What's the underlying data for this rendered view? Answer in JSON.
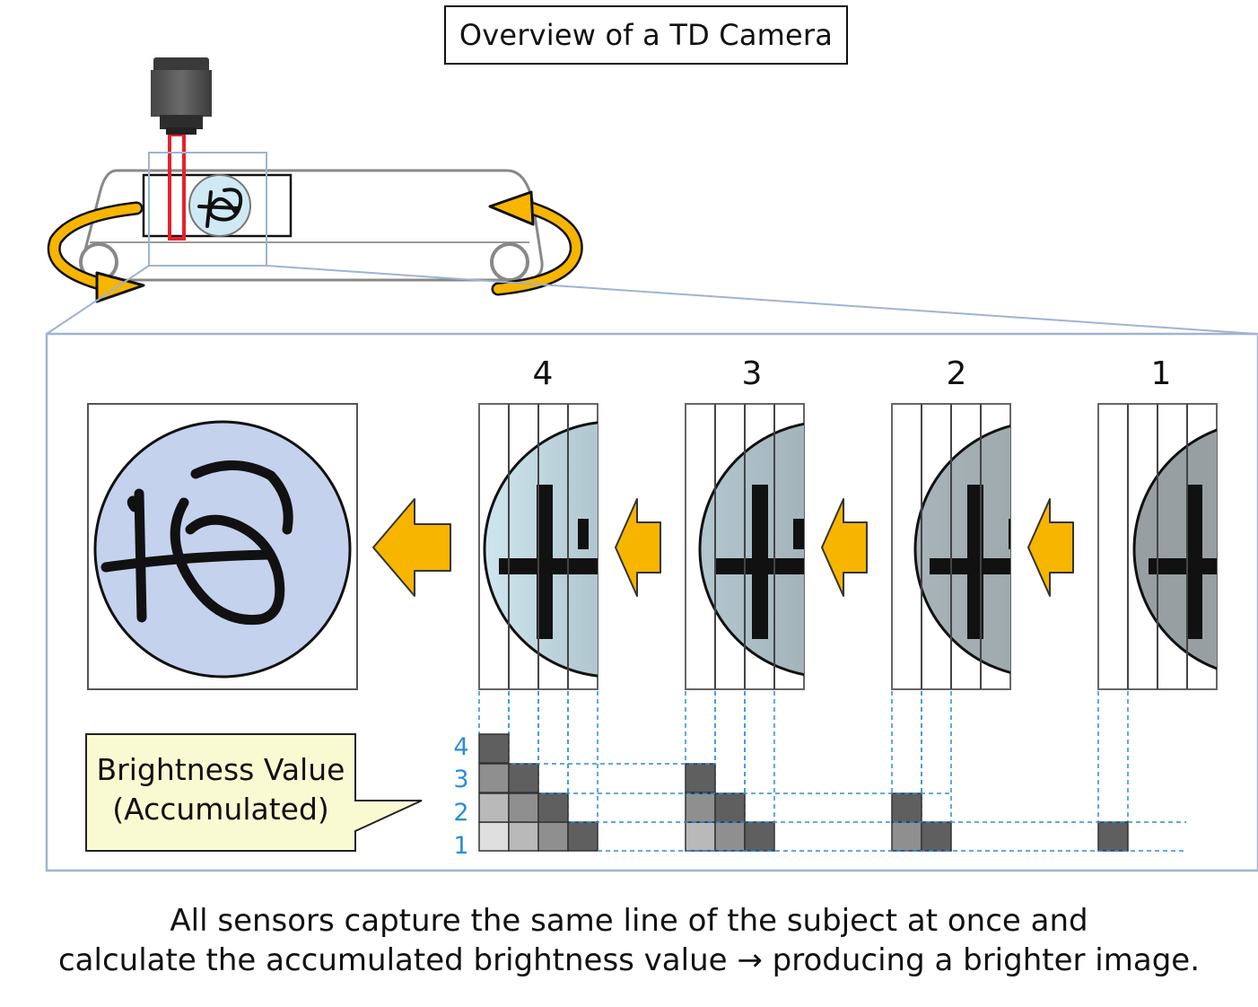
{
  "title": "Overview of a TD Camera",
  "stages": [
    {
      "label": "4"
    },
    {
      "label": "3"
    },
    {
      "label": "2"
    },
    {
      "label": "1"
    }
  ],
  "brightness_rows": [
    "4",
    "3",
    "2",
    "1"
  ],
  "brightness_accumulation": [
    {
      "stage": "4",
      "column_heights": [
        4,
        3,
        2,
        1
      ]
    },
    {
      "stage": "3",
      "column_heights": [
        3,
        2,
        1
      ]
    },
    {
      "stage": "2",
      "column_heights": [
        2,
        1
      ]
    },
    {
      "stage": "1",
      "column_heights": [
        1
      ]
    }
  ],
  "callout": {
    "line1": "Brightness Value",
    "line2": "(Accumulated)"
  },
  "caption": {
    "line1": "All sensors capture the same line of the subject at once and",
    "line2": "calculate the accumulated brightness value → producing a brighter image."
  },
  "colors": {
    "arrow": "#f7b500",
    "laser": "#e8212b",
    "result_disc": "#c4d2ee",
    "frame": "#9fb3d3",
    "callout_fill": "#fafad2",
    "guide_lines": "#2a8ed8"
  }
}
